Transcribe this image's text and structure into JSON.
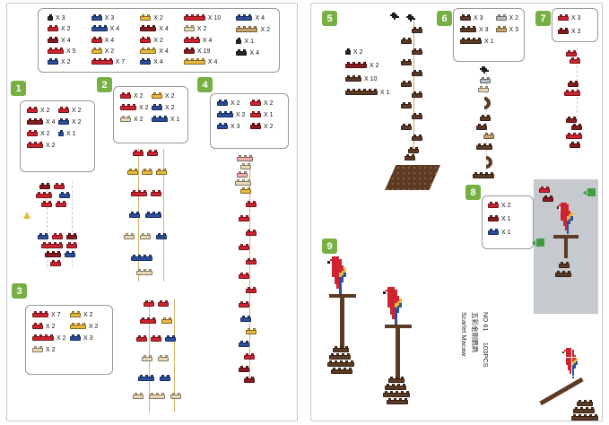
{
  "palette": {
    "red": "#cf2330",
    "darkred": "#8a1a20",
    "blue": "#2b4f9e",
    "yellow": "#e9b93c",
    "cream": "#ead9b5",
    "pink": "#efb0a8",
    "black": "#272727",
    "brown": "#5d3a23",
    "tan": "#c9a46a",
    "gray": "#b9bdc2",
    "green_badge": "#76b043",
    "guide": "#d4b36a"
  },
  "inventory": {
    "columns": [
      {
        "items": [
          {
            "c": "black",
            "w": 1,
            "qty": "X 3"
          },
          {
            "c": "red",
            "w": 2,
            "qty": "X 2"
          },
          {
            "c": "darkred",
            "w": 2,
            "qty": "X 4"
          },
          {
            "c": "red",
            "w": 3,
            "qty": "X 5"
          },
          {
            "c": "blue",
            "w": 2,
            "qty": "X 2"
          }
        ]
      },
      {
        "items": [
          {
            "c": "blue",
            "w": 2,
            "qty": "X 3"
          },
          {
            "c": "blue",
            "w": 3,
            "qty": "X 4"
          },
          {
            "c": "red",
            "w": 2,
            "qty": "X 4"
          },
          {
            "c": "yellow",
            "w": 2,
            "qty": "X 2"
          },
          {
            "c": "red",
            "w": 4,
            "qty": "X 7"
          }
        ]
      },
      {
        "items": [
          {
            "c": "yellow",
            "w": 2,
            "qty": "X 2"
          },
          {
            "c": "darkred",
            "w": 3,
            "qty": "X 4"
          },
          {
            "c": "red",
            "w": 2,
            "qty": "X 2"
          },
          {
            "c": "yellow",
            "w": 3,
            "qty": "X 4"
          },
          {
            "c": "blue",
            "w": 2,
            "qty": "X 4"
          }
        ]
      },
      {
        "items": [
          {
            "c": "red",
            "w": 4,
            "qty": "X 10"
          },
          {
            "c": "cream",
            "w": 2,
            "qty": "X 2"
          },
          {
            "c": "red",
            "w": 3,
            "qty": "X 4"
          },
          {
            "c": "darkred",
            "w": 2,
            "qty": "X 19"
          },
          {
            "c": "yellow",
            "w": 4,
            "qty": "X 4"
          }
        ]
      },
      {
        "items": [
          {
            "c": "blue",
            "w": 3,
            "qty": "X 4"
          },
          {
            "c": "tan",
            "w": 4,
            "qty": "X 2"
          },
          {
            "c": "black",
            "w": 1,
            "qty": "X 1"
          },
          {
            "c": "black",
            "w": 2,
            "qty": "X 4"
          }
        ]
      }
    ]
  },
  "steps": {
    "s1": {
      "number": "1",
      "parts": [
        {
          "c": "red",
          "w": 2,
          "qty": "X 2"
        },
        {
          "c": "red",
          "w": 2,
          "qty": "X 2"
        },
        {
          "c": "darkred",
          "w": 3,
          "qty": "X 4"
        },
        {
          "c": "blue",
          "w": 2,
          "qty": "X 2"
        },
        {
          "c": "red",
          "w": 2,
          "qty": "X 2"
        },
        {
          "c": "blue",
          "w": 1,
          "qty": "X 1"
        },
        {
          "c": "red",
          "w": 3,
          "qty": "X 2"
        }
      ]
    },
    "s2": {
      "number": "2",
      "parts": [
        {
          "c": "red",
          "w": 2,
          "qty": "X 2"
        },
        {
          "c": "yellow",
          "w": 2,
          "qty": "X 2"
        },
        {
          "c": "red",
          "w": 3,
          "qty": "X 2"
        },
        {
          "c": "blue",
          "w": 2,
          "qty": "X 2"
        },
        {
          "c": "cream",
          "w": 2,
          "qty": "X 2"
        },
        {
          "c": "blue",
          "w": 3,
          "qty": "X 1"
        }
      ]
    },
    "s3": {
      "number": "3",
      "parts": [
        {
          "c": "red",
          "w": 3,
          "qty": "X 7"
        },
        {
          "c": "yellow",
          "w": 2,
          "qty": "X 2"
        },
        {
          "c": "red",
          "w": 2,
          "qty": "X 2"
        },
        {
          "c": "yellow",
          "w": 3,
          "qty": "X 2"
        },
        {
          "c": "red",
          "w": 4,
          "qty": "X 2"
        },
        {
          "c": "blue",
          "w": 2,
          "qty": "X 3"
        },
        {
          "c": "cream",
          "w": 2,
          "qty": "X 2"
        }
      ]
    },
    "s4": {
      "number": "4",
      "parts": [
        {
          "c": "blue",
          "w": 2,
          "qty": "X 2"
        },
        {
          "c": "red",
          "w": 2,
          "qty": "X 2"
        },
        {
          "c": "blue",
          "w": 3,
          "qty": "X 2"
        },
        {
          "c": "red",
          "w": 2,
          "qty": "X 1"
        },
        {
          "c": "blue",
          "w": 2,
          "qty": "X 3"
        },
        {
          "c": "darkred",
          "w": 2,
          "qty": "X 2"
        }
      ]
    },
    "s5": {
      "number": "5",
      "parts": [
        {
          "c": "black",
          "w": 1,
          "qty": "X 2"
        },
        {
          "c": "darkred",
          "w": 4,
          "qty": "X 2"
        },
        {
          "c": "brown",
          "w": 3,
          "qty": "X 10"
        },
        {
          "c": "brown",
          "w": 6,
          "qty": "X 1"
        }
      ]
    },
    "s6": {
      "number": "6",
      "parts": [
        {
          "c": "brown",
          "w": 2,
          "qty": "X 3"
        },
        {
          "c": "gray",
          "w": 2,
          "qty": "X 2"
        },
        {
          "c": "brown",
          "w": 3,
          "qty": "X 3"
        },
        {
          "c": "tan",
          "w": 2,
          "qty": "X 3"
        },
        {
          "c": "brown",
          "w": 4,
          "qty": "X 1"
        }
      ]
    },
    "s7": {
      "number": "7",
      "parts": [
        {
          "c": "red",
          "w": 2,
          "qty": "X 3"
        },
        {
          "c": "darkred",
          "w": 2,
          "qty": "X 2"
        }
      ]
    },
    "s8": {
      "number": "8",
      "parts": [
        {
          "c": "red",
          "w": 2,
          "qty": "X 2"
        },
        {
          "c": "darkred",
          "w": 2,
          "qty": "X 1"
        },
        {
          "c": "blue",
          "w": 2,
          "qty": "X 1"
        }
      ]
    },
    "s9": {
      "number": "9"
    }
  },
  "footer": {
    "product_name_en": "Scarlet Macaw",
    "product_name_cn": "五彩金刚鹦鹉",
    "model_no": "NO 61",
    "pieces": "103PCS"
  }
}
